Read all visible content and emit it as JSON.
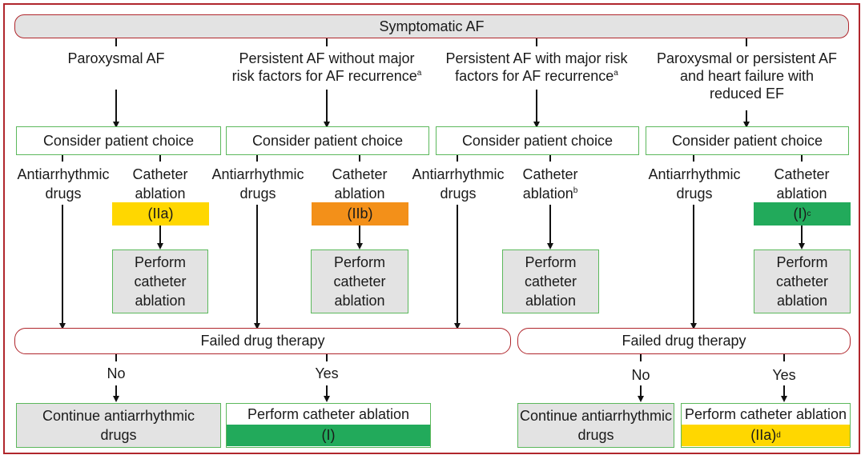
{
  "title": "Symptomatic AF",
  "columns": [
    {
      "heading": "Paroxysmal AF"
    },
    {
      "heading_line1": "Persistent AF without major",
      "heading_line2": "risk factors for AF recurrence",
      "heading_sup": "a"
    },
    {
      "heading_line1": "Persistent AF with major risk",
      "heading_line2": "factors for AF recurrence",
      "heading_sup": "a"
    },
    {
      "heading_line1": "Paroxysmal or persistent AF",
      "heading_line2": "and heart failure with",
      "heading_line3": "reduced EF"
    }
  ],
  "patient_choice_label": "Consider patient choice",
  "drugs_label_line1": "Antiarrhythmic",
  "drugs_label_line2": "drugs",
  "ablation_label_line1": "Catheter",
  "ablation_label_line2": "ablation",
  "ablation_sup_col3": "b",
  "badges": [
    {
      "text": "(IIa)",
      "color": "#ffd700"
    },
    {
      "text": "(IIb)",
      "color": "#f39019"
    },
    {
      "text": "(I)",
      "sup": "c",
      "color": "#22aa5b"
    }
  ],
  "perform_ablation_line1": "Perform",
  "perform_ablation_line2": "catheter",
  "perform_ablation_line3": "ablation",
  "failed_drug_therapy": "Failed drug therapy",
  "no_label": "No",
  "yes_label": "Yes",
  "continue_line1": "Continue antiarrhythmic",
  "continue_line2": "drugs",
  "perform_catheter_ablation": "Perform catheter ablation",
  "final_left_class": "(I)",
  "final_right_class": "(IIa)",
  "final_right_sup": "d",
  "colors": {
    "border_red": "#b0262c",
    "green_border": "#5cb85c",
    "grey_fill": "#e3e3e3",
    "class_I": "#22aa5b",
    "class_IIa": "#ffd700",
    "class_IIb": "#f39019"
  }
}
